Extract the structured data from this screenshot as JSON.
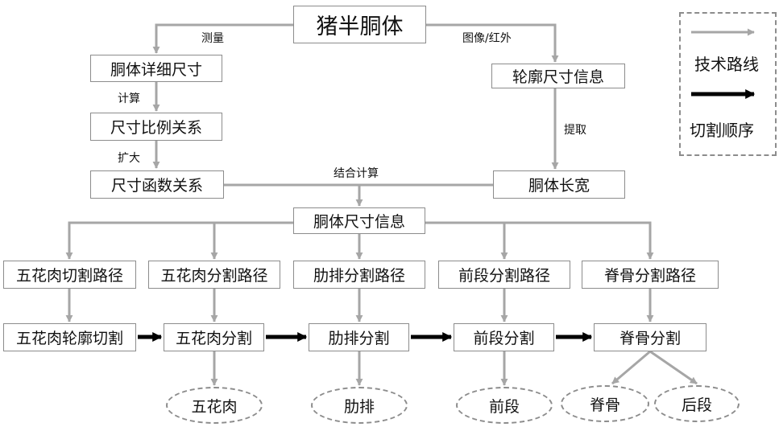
{
  "nodes": {
    "carcass": "猪半胴体",
    "detail_size": "胴体详细尺寸",
    "size_ratio": "尺寸比例关系",
    "size_function": "尺寸函数关系",
    "contour_info": "轮廓尺寸信息",
    "length_width": "胴体长宽",
    "carcass_size_info": "胴体尺寸信息",
    "pork_belly_cut_path": "五花肉切割路径",
    "pork_belly_split_path": "五花肉分割路径",
    "rib_split_path": "肋排分割路径",
    "front_split_path": "前段分割路径",
    "spine_split_path": "脊骨分割路径",
    "pork_belly_contour_cut": "五花肉轮廓切割",
    "pork_belly_split": "五花肉分割",
    "rib_split": "肋排分割",
    "front_split": "前段分割",
    "spine_split": "脊骨分割",
    "out_pork_belly": "五花肉",
    "out_rib": "肋排",
    "out_front": "前段",
    "out_spine": "脊骨",
    "out_rear": "后段"
  },
  "edge_labels": {
    "measure": "测量",
    "image_infrared": "图像/红外",
    "calculate": "计算",
    "expand": "扩大",
    "extract": "提取",
    "combined_calc": "结合计算"
  },
  "legend": {
    "technical_route": "技术路线",
    "cutting_order": "切割顺序"
  },
  "colors": {
    "route_arrow": "#a6a6a6",
    "order_arrow": "#000000",
    "node_border": "#8c8c8c"
  }
}
